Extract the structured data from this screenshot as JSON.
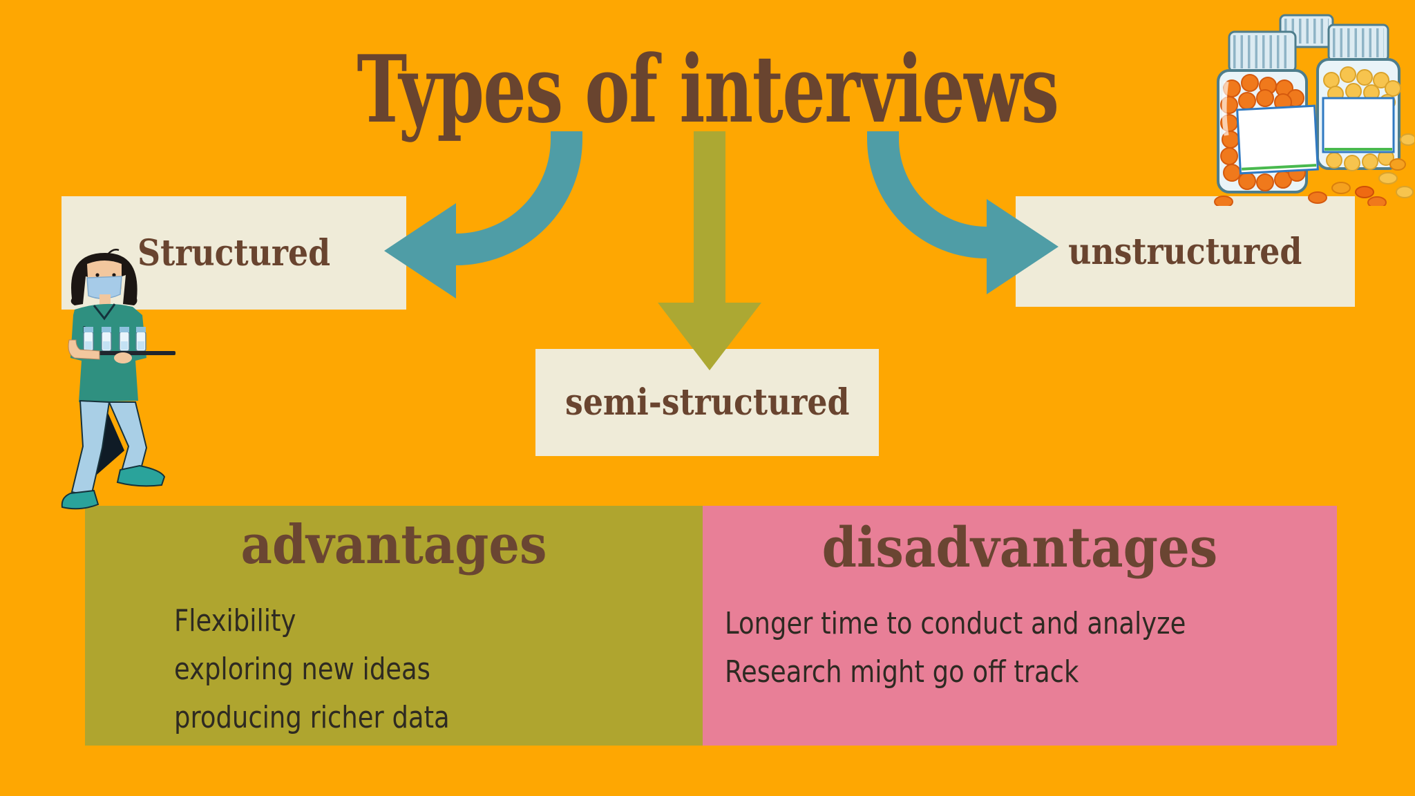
{
  "title": "Types of interviews",
  "types": [
    {
      "label": "Structured"
    },
    {
      "label": "semi-structured"
    },
    {
      "label": "unstructured"
    }
  ],
  "panels": {
    "advantages": {
      "heading": "advantages",
      "items": [
        "Flexibility",
        "exploring new ideas",
        "producing richer data"
      ]
    },
    "disadvantages": {
      "heading": "disadvantages",
      "items": [
        "Longer time to conduct and analyze",
        "Research might go off track"
      ]
    }
  },
  "illustrations": {
    "nurse": "nurse wearing face mask carrying a tray of vials",
    "pills": "pill bottles with orange and yellow pills"
  },
  "colors": {
    "background": "#FEA702",
    "title_brown": "#69442F",
    "box_cream": "#EFEBD8",
    "arrow_teal": "#4F9DA6",
    "arrow_olive": "#ACA833",
    "advantages_panel": "#AFA52F",
    "disadvantages_panel": "#E87F97",
    "body_text": "#2E2A22"
  }
}
